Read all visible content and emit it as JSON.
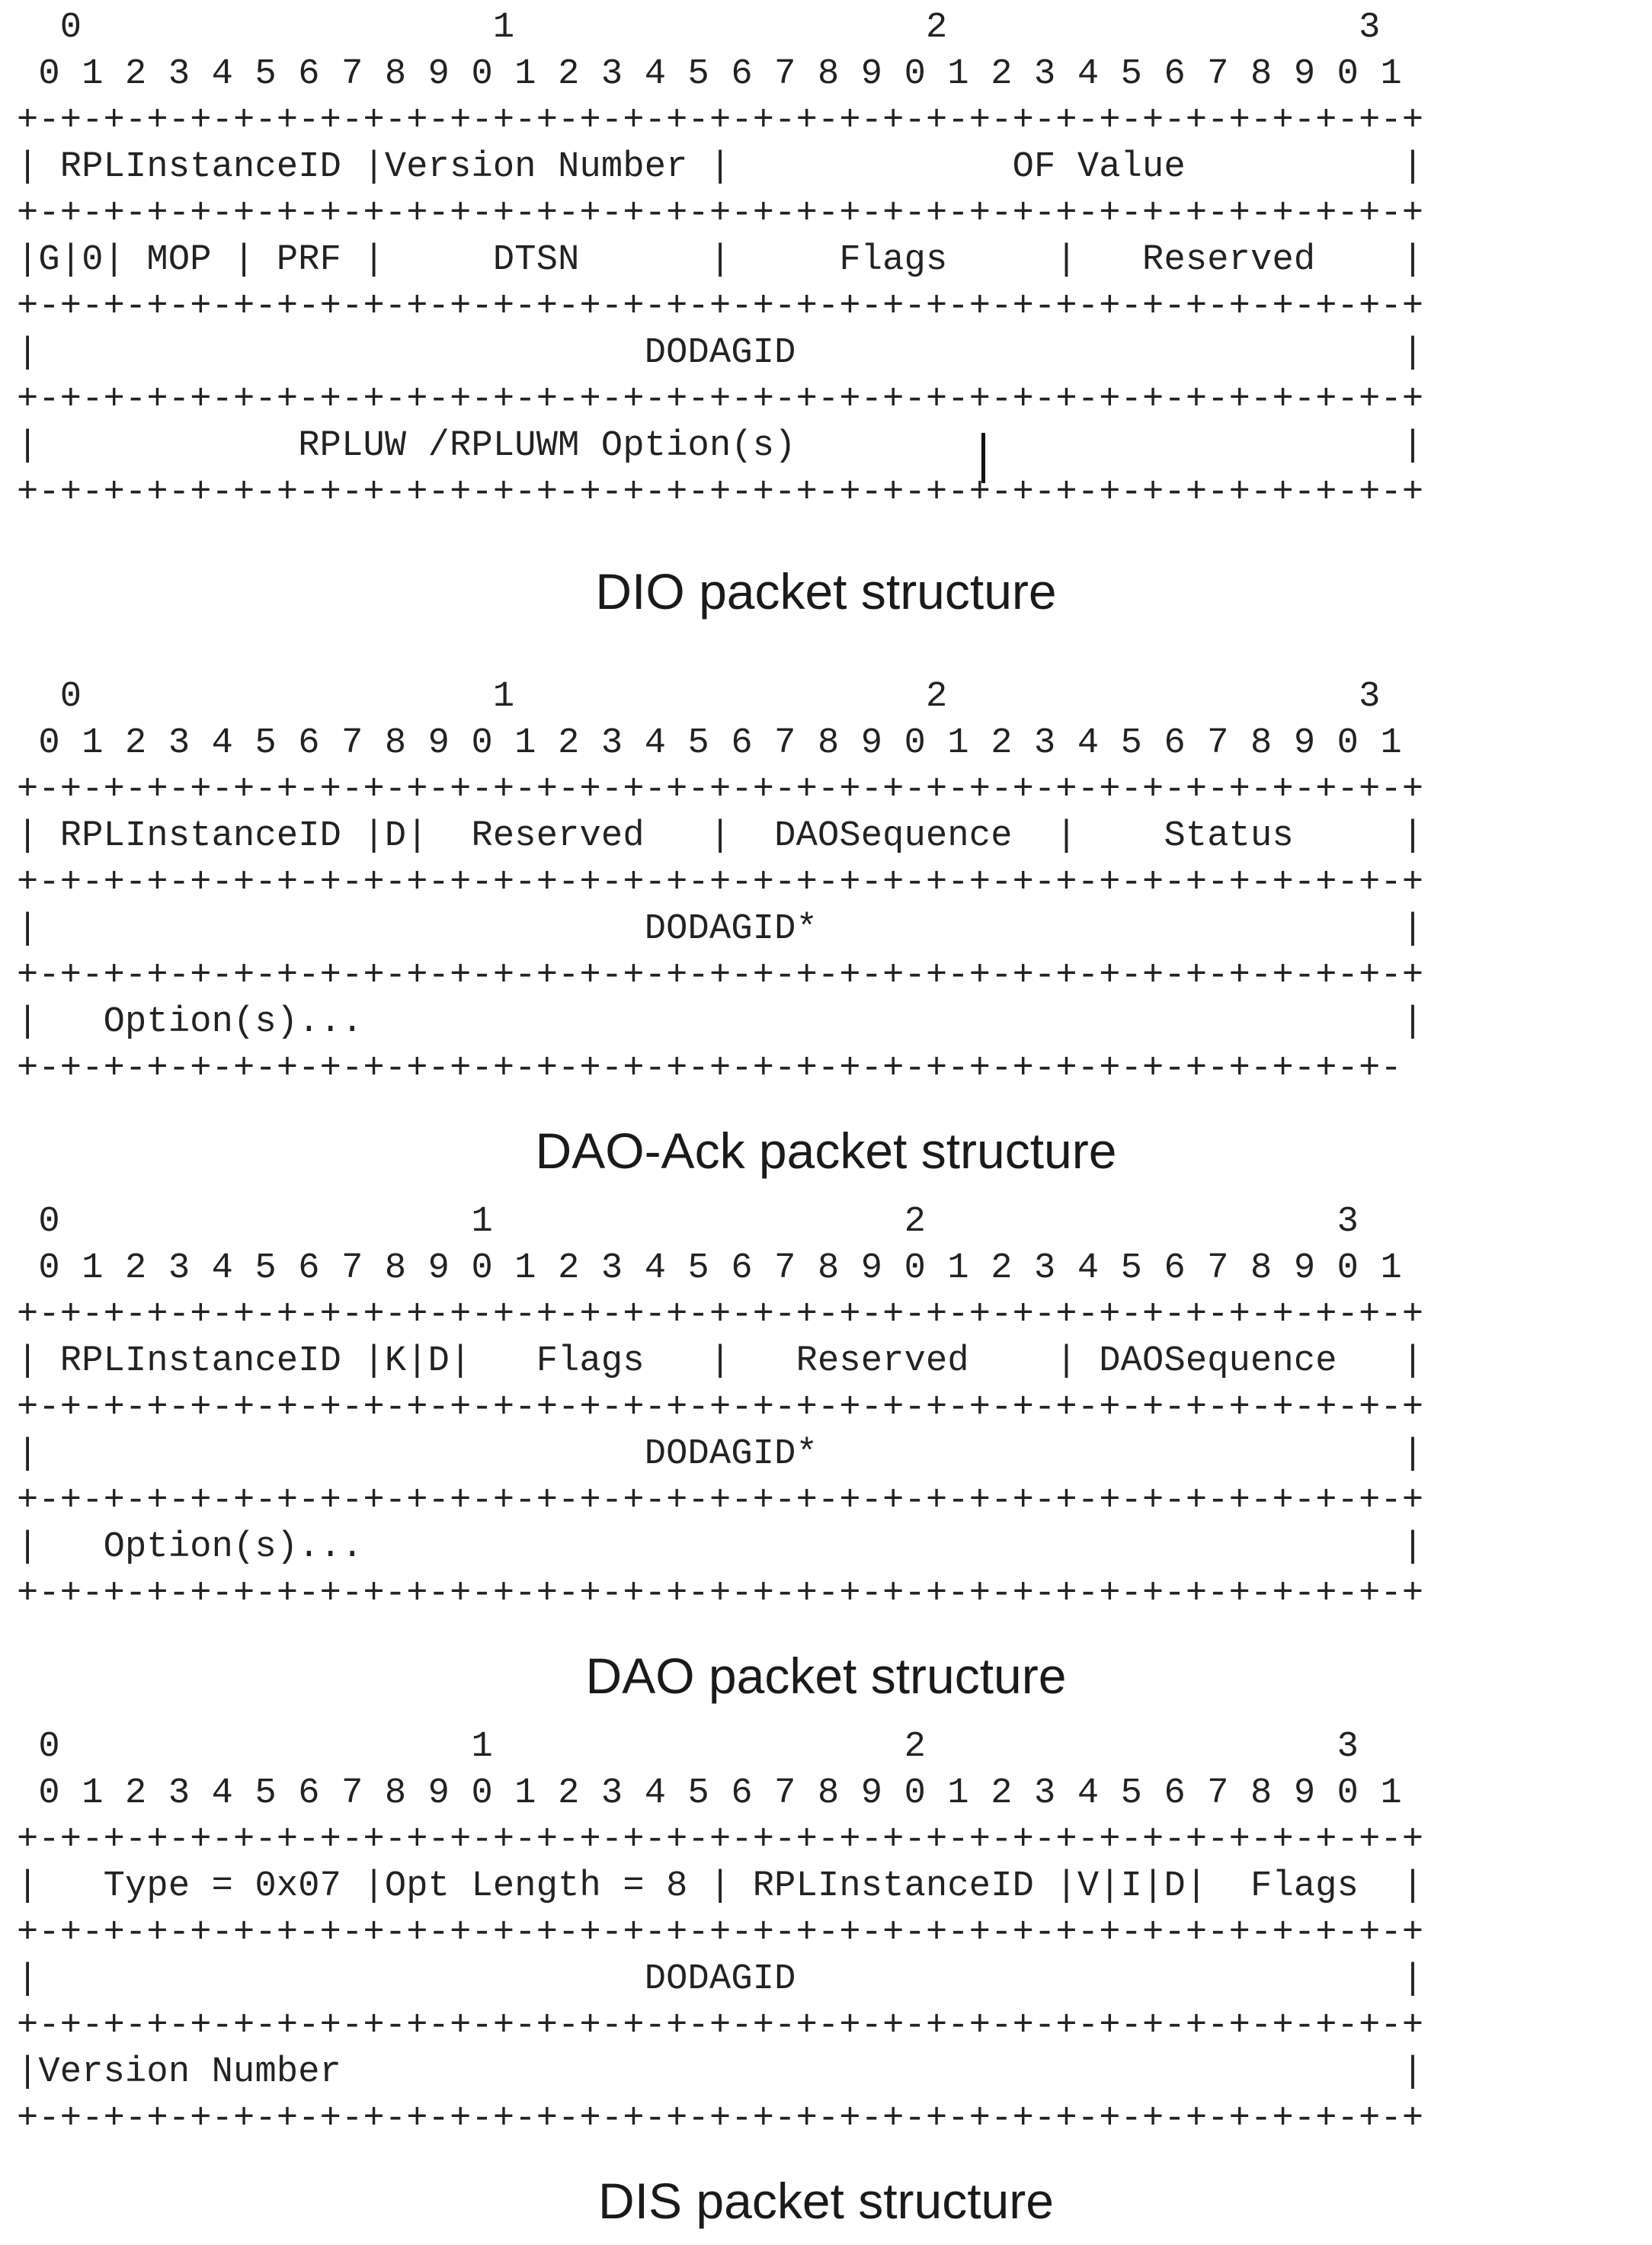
{
  "diagrams": [
    {
      "caption": "DIO packet structure",
      "lines": [
        "  0                   1                   2                   3",
        " 0 1 2 3 4 5 6 7 8 9 0 1 2 3 4 5 6 7 8 9 0 1 2 3 4 5 6 7 8 9 0 1",
        "+-+-+-+-+-+-+-+-+-+-+-+-+-+-+-+-+-+-+-+-+-+-+-+-+-+-+-+-+-+-+-+-+",
        "| RPLInstanceID |Version Number |             OF Value          |",
        "+-+-+-+-+-+-+-+-+-+-+-+-+-+-+-+-+-+-+-+-+-+-+-+-+-+-+-+-+-+-+-+-+",
        "|G|0| MOP | PRF |     DTSN      |     Flags     |   Reserved    |",
        "+-+-+-+-+-+-+-+-+-+-+-+-+-+-+-+-+-+-+-+-+-+-+-+-+-+-+-+-+-+-+-+-+",
        "|                            DODAGID                            |",
        "+-+-+-+-+-+-+-+-+-+-+-+-+-+-+-+-+-+-+-+-+-+-+-+-+-+-+-+-+-+-+-+-+",
        "|            RPLUW /RPLUWM Option(s)                            |",
        "+-+-+-+-+-+-+-+-+-+-+-+-+-+-+-+-+-+-+-+-+-+-+-+-+-+-+-+-+-+-+-+-+"
      ]
    },
    {
      "caption": "DAO-Ack packet structure",
      "lines": [
        "  0                   1                   2                   3",
        " 0 1 2 3 4 5 6 7 8 9 0 1 2 3 4 5 6 7 8 9 0 1 2 3 4 5 6 7 8 9 0 1",
        "+-+-+-+-+-+-+-+-+-+-+-+-+-+-+-+-+-+-+-+-+-+-+-+-+-+-+-+-+-+-+-+-+",
        "| RPLInstanceID |D|  Reserved   |  DAOSequence  |    Status     |",
        "+-+-+-+-+-+-+-+-+-+-+-+-+-+-+-+-+-+-+-+-+-+-+-+-+-+-+-+-+-+-+-+-+",
        "|                            DODAGID*                           |",
        "+-+-+-+-+-+-+-+-+-+-+-+-+-+-+-+-+-+-+-+-+-+-+-+-+-+-+-+-+-+-+-+-+",
        "|   Option(s)...                                                |",
        "+-+-+-+-+-+-+-+-+-+-+-+-+-+-+-+-+-+-+-+-+-+-+-+-+-+-+-+-+-+-+-+-"
      ]
    },
    {
      "caption": "DAO packet structure",
      "lines": [
        " 0                   1                   2                   3",
        " 0 1 2 3 4 5 6 7 8 9 0 1 2 3 4 5 6 7 8 9 0 1 2 3 4 5 6 7 8 9 0 1",
        "+-+-+-+-+-+-+-+-+-+-+-+-+-+-+-+-+-+-+-+-+-+-+-+-+-+-+-+-+-+-+-+-+",
        "| RPLInstanceID |K|D|   Flags   |   Reserved    | DAOSequence   |",
        "+-+-+-+-+-+-+-+-+-+-+-+-+-+-+-+-+-+-+-+-+-+-+-+-+-+-+-+-+-+-+-+-+",
        "|                            DODAGID*                           |",
        "+-+-+-+-+-+-+-+-+-+-+-+-+-+-+-+-+-+-+-+-+-+-+-+-+-+-+-+-+-+-+-+-+",
        "|   Option(s)...                                                |",
        "+-+-+-+-+-+-+-+-+-+-+-+-+-+-+-+-+-+-+-+-+-+-+-+-+-+-+-+-+-+-+-+-+"
      ]
    },
    {
      "caption": "DIS packet structure",
      "lines": [
        " 0                   1                   2                   3",
        " 0 1 2 3 4 5 6 7 8 9 0 1 2 3 4 5 6 7 8 9 0 1 2 3 4 5 6 7 8 9 0 1",
        "+-+-+-+-+-+-+-+-+-+-+-+-+-+-+-+-+-+-+-+-+-+-+-+-+-+-+-+-+-+-+-+-+",
        "|   Type = 0x07 |Opt Length = 8 | RPLInstanceID |V|I|D|  Flags  |",
        "+-+-+-+-+-+-+-+-+-+-+-+-+-+-+-+-+-+-+-+-+-+-+-+-+-+-+-+-+-+-+-+-+",
        "|                            DODAGID                            |",
        "+-+-+-+-+-+-+-+-+-+-+-+-+-+-+-+-+-+-+-+-+-+-+-+-+-+-+-+-+-+-+-+-+",
        "|Version Number                                                 |",
        "+-+-+-+-+-+-+-+-+-+-+-+-+-+-+-+-+-+-+-+-+-+-+-+-+-+-+-+-+-+-+-+-+"
      ]
    }
  ]
}
